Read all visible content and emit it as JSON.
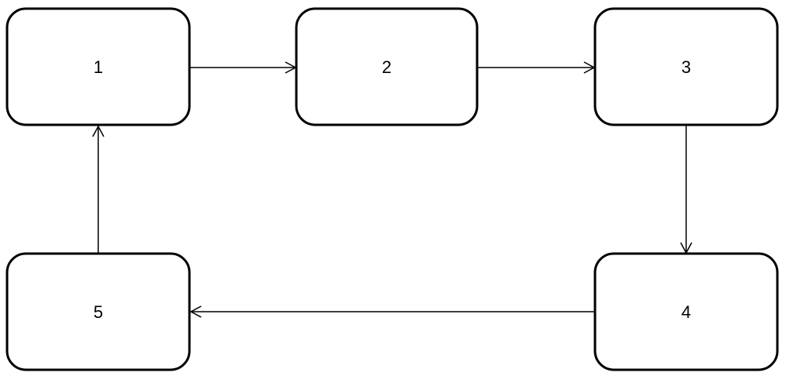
{
  "nodes": [
    {
      "id": "1",
      "label": "1"
    },
    {
      "id": "2",
      "label": "2"
    },
    {
      "id": "3",
      "label": "3"
    },
    {
      "id": "4",
      "label": "4"
    },
    {
      "id": "5",
      "label": "5"
    }
  ],
  "edges": [
    {
      "from": "1",
      "to": "2"
    },
    {
      "from": "2",
      "to": "3"
    },
    {
      "from": "3",
      "to": "4"
    },
    {
      "from": "4",
      "to": "5"
    },
    {
      "from": "5",
      "to": "1"
    }
  ],
  "colors": {
    "stroke": "#000000",
    "fill": "#ffffff",
    "background": "#ffffff"
  }
}
